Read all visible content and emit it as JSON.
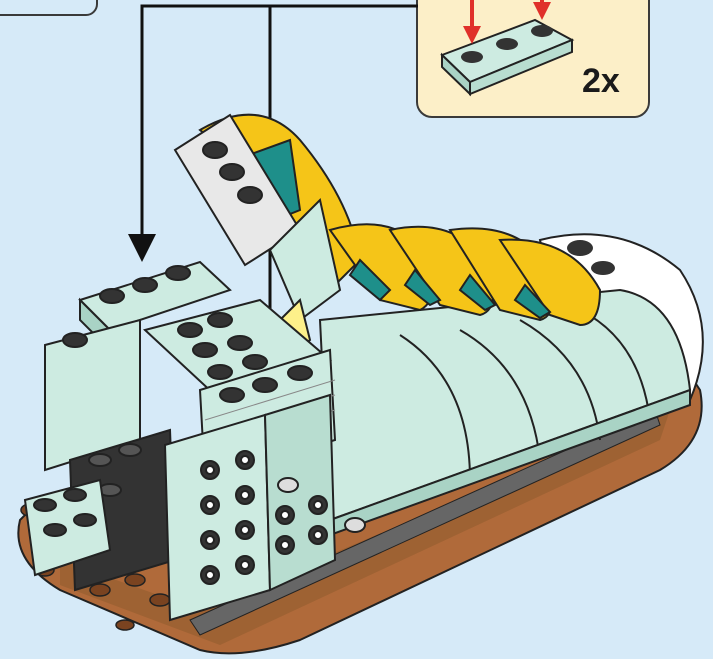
{
  "callout": {
    "quantity_label": "2x",
    "part": "mint 1x3 plate"
  },
  "colors": {
    "background": "#d6eaf8",
    "callout_bg": "#fcefc8",
    "mint": "#cdebe1",
    "mint_shadow": "#a9d3c5",
    "yellow": "#f5c518",
    "teal": "#1e8f8a",
    "brown": "#b06a3a",
    "dark": "#333333",
    "white": "#ffffff",
    "arrow_red": "#e0302a"
  },
  "icons": [
    "placement-arrow",
    "down-arrow-red"
  ]
}
